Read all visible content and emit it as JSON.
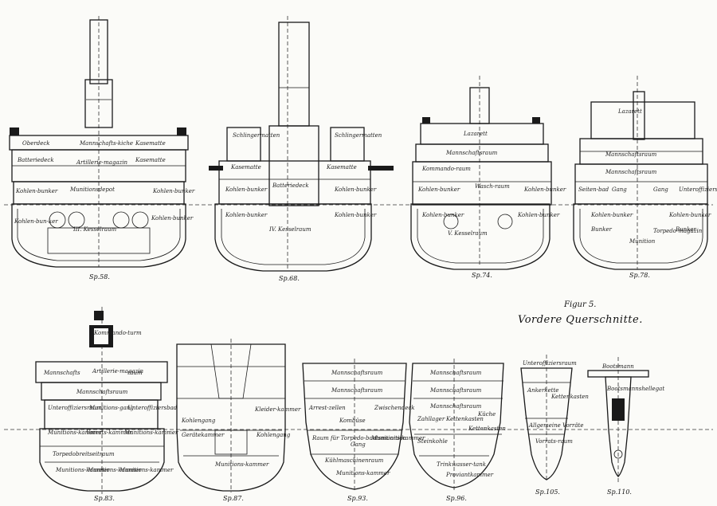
{
  "figure_label": "Figur 5.",
  "title": "Vordere Querschnitte.",
  "sections": [
    {
      "caption": "Sp.58.",
      "labels": [
        "Oberdeck",
        "Mannschafts-kiche",
        "Kasematte",
        "Batteriedeck",
        "Artillerie-magazin",
        "Kasematte",
        "Kohlen-bunker",
        "Munitionsdepot",
        "Kohlen-bunker",
        "Kohlen-bun-ker",
        "III. Kesselraum",
        "Kohlen-bunker"
      ]
    },
    {
      "caption": "Sp.68.",
      "labels": [
        "Schlingermatten",
        "Schlingermatten",
        "Kasematte",
        "Kasematte",
        "Batteriedeck",
        "Kohlen-bunker",
        "Kohlen-bunker",
        "Kohlen-bunker",
        "Kohlen-bunker",
        "IV. Kesselraum"
      ]
    },
    {
      "caption": "Sp.74.",
      "labels": [
        "Lazarett",
        "Mannschaftsraum",
        "Kommando-raum",
        "Wasch-raum",
        "Kohlen-bunker",
        "Kohlen-bunker",
        "Kohlen-bunker",
        "Kohlen-bunker",
        "V. Kesselraum"
      ]
    },
    {
      "caption": "Sp.78.",
      "labels": [
        "Lazarett",
        "Mannschaftsraum",
        "Mannschaftsraum",
        "Seiten-bad",
        "Gang",
        "Gang",
        "Unteroffiziersbad",
        "Kohlen-bunker",
        "Kohlen-bunker",
        "Bunker",
        "Torpedo-magazin",
        "Munition",
        "Bunker"
      ]
    },
    {
      "caption": "Sp.83.",
      "labels": [
        "Kommando-turm",
        "Mannschafts",
        "Artillerie-magazin",
        "raum",
        "Mannschaftsraum",
        "Unteroffiziersraum",
        "Munitions-gang",
        "Unteroffiziersbad",
        "Munitions-kammer",
        "Vorrats-kammer",
        "Munitions-kammer",
        "Torpedobreitseitraum",
        "Munitions-kammer",
        "Munitions-kammer",
        "Munitions-kammer"
      ]
    },
    {
      "caption": "Sp.87.",
      "labels": [
        "Kohlengang",
        "Kleider-kammer",
        "Gerätekammer",
        "Kohlengang",
        "Munitions-kammer"
      ]
    },
    {
      "caption": "Sp.93.",
      "labels": [
        "Mannschaftsraum",
        "Mannschaftsraum",
        "Arrest-zellen",
        "Zwischendeck",
        "Kombüse",
        "Raum für Torpedo-bootsmunition",
        "Gang",
        "Munitions-kammer",
        "Kühlmaschinenraum",
        "Munitions-kammer"
      ]
    },
    {
      "caption": "Sp.96.",
      "labels": [
        "Mannschaftsraum",
        "Mannschaftsraum",
        "Mannschaftsraum",
        "Zahllager",
        "Küche",
        "Kettenkasten",
        "Kettenkasten",
        "Steinkohle",
        "Trinkwasser-tank",
        "Proviantkammer"
      ]
    },
    {
      "caption": "Sp.105.",
      "labels": [
        "Unteroffiziersraum",
        "Ankerkette",
        "Kettenkasten",
        "Allgemeine Vorräte",
        "Vorrats-raum"
      ]
    },
    {
      "caption": "Sp.110.",
      "labels": [
        "Bootsmann",
        "Bootsmannshellegat"
      ]
    }
  ]
}
